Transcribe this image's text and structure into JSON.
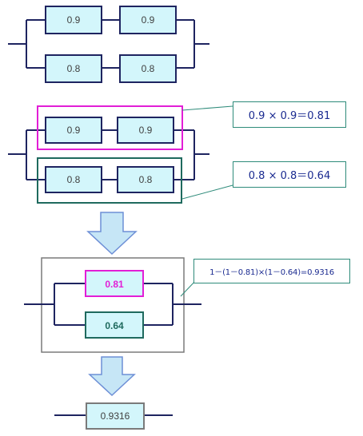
{
  "diagram_1": {
    "top_left": "0.9",
    "top_right": "0.9",
    "bottom_left": "0.8",
    "bottom_right": "0.8"
  },
  "diagram_2": {
    "top_left": "0.9",
    "top_right": "0.9",
    "bottom_left": "0.8",
    "bottom_right": "0.8",
    "callout_top": "0.9 × 0.9＝0.81",
    "callout_bottom": "0.8 × 0.8＝0.64"
  },
  "diagram_3": {
    "top": "0.81",
    "bottom": "0.64",
    "callout": "1－(1－0.81)×(1－0.64)=0.9316"
  },
  "diagram_4": {
    "result": "0.9316"
  },
  "colors": {
    "wire": "#1e2460",
    "box_fill": "#d3f6fb",
    "magenta": "#e21ed6",
    "teal": "#1f6a5e",
    "arrow_fill": "#c6e6f6",
    "arrow_stroke": "#6d8fd6",
    "gray_frame": "#7a7a7a"
  }
}
